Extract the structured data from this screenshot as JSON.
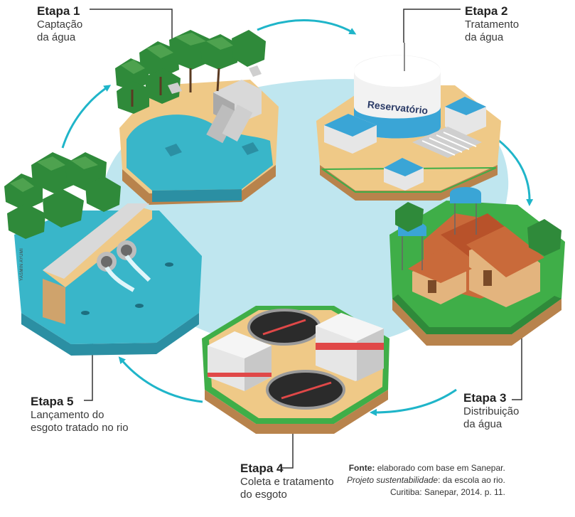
{
  "stages": [
    {
      "title": "Etapa 1",
      "desc_lines": [
        "Captação",
        "da água"
      ]
    },
    {
      "title": "Etapa 2",
      "desc_lines": [
        "Tratamento",
        "da água"
      ]
    },
    {
      "title": "Etapa 3",
      "desc_lines": [
        "Distribuição",
        "da água"
      ]
    },
    {
      "title": "Etapa 4",
      "desc_lines": [
        "Coleta e tratamento",
        "do esgoto"
      ]
    },
    {
      "title": "Etapa 5",
      "desc_lines": [
        "Lançamento do",
        "esgoto tratado no rio"
      ]
    }
  ],
  "reservoir_text": "Reservatório",
  "credit": {
    "label": "Fonte:",
    "line1_rest": "elaborado com base em Sanepar.",
    "italic": "Projeto sustentabilidade",
    "line2_rest": ": da escola ao rio.",
    "line3": "Curitiba: Sanepar, 2014. p. 11."
  },
  "artist_credit": "YASMIN AYUMI",
  "colors": {
    "center_pool": "#bfe6ef",
    "arrow": "#1fb5c9",
    "water": "#39b6c9",
    "grass": "#3fae48",
    "sand": "#efc987",
    "tree": "#2f8a3a"
  }
}
